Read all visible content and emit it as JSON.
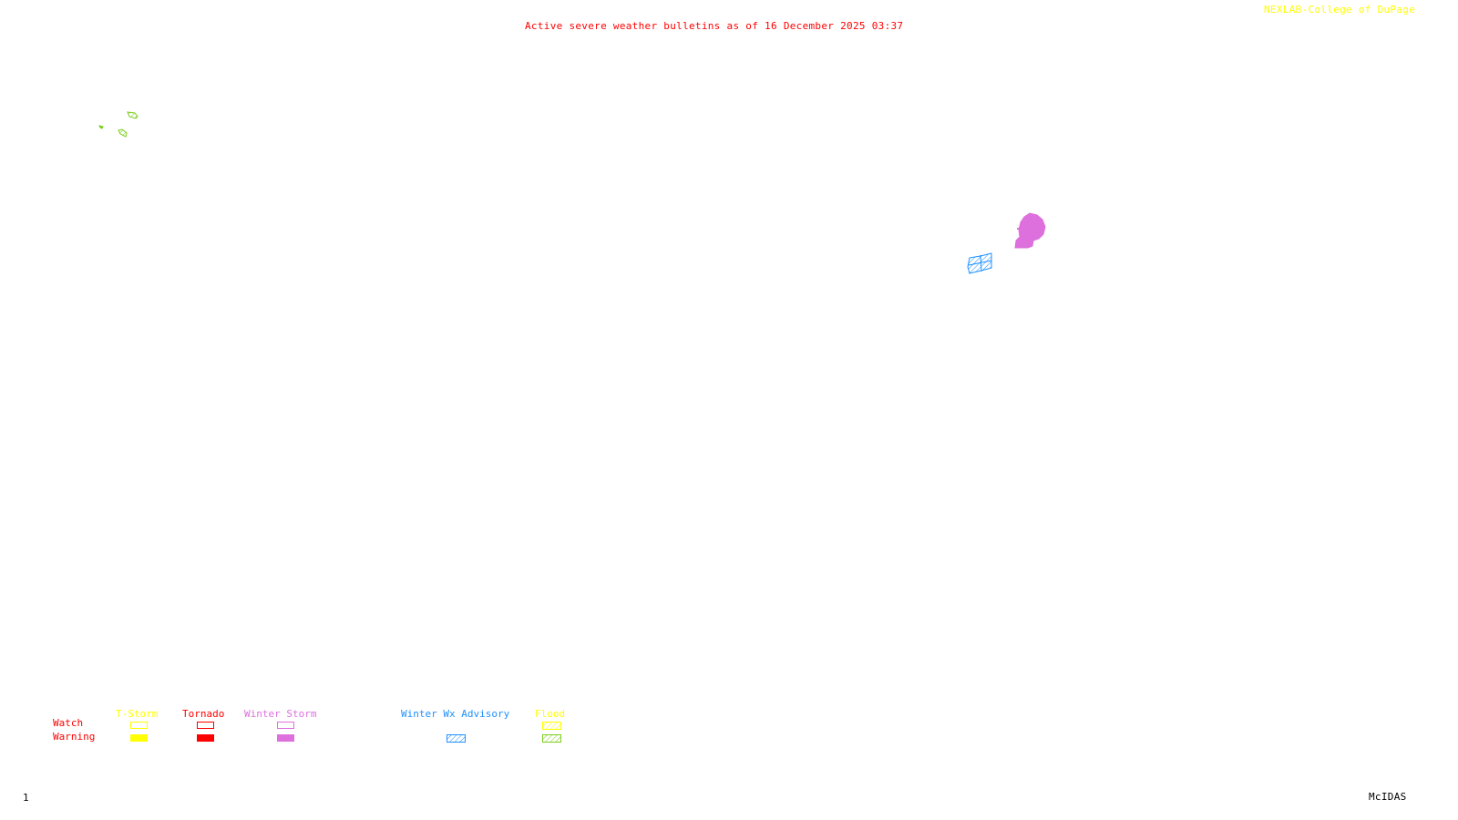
{
  "header": {
    "title": "Active severe weather bulletins as of 16 December 2025 03:37",
    "credit": "NEXLAB-College of DuPage"
  },
  "footer": {
    "frame_number": "1",
    "app_name": "McIDAS"
  },
  "legend": {
    "row_labels": {
      "watch": "Watch",
      "warning": "Warning"
    },
    "categories": [
      {
        "name": "T-Storm",
        "color": "#ffff00",
        "watch_style": "outline",
        "warning_style": "solid",
        "warning_color": "#ffff00"
      },
      {
        "name": "Tornado",
        "color": "#ff0000",
        "watch_style": "outline",
        "warning_style": "solid",
        "warning_color": "#ff0000"
      },
      {
        "name": "Winter Storm",
        "color": "#dd70dd",
        "watch_style": "outline",
        "warning_style": "solid",
        "warning_color": "#dd70dd"
      },
      {
        "name": "Winter Wx Advisory",
        "color": "#1e90ff",
        "watch_style": "none",
        "warning_style": "hatch",
        "warning_color": "#1e90ff"
      },
      {
        "name": "Flood",
        "color": "#ffff00",
        "watch_style": "hatch",
        "warning_style": "hatch",
        "warning_color": "#7ccd1e"
      }
    ]
  },
  "map_features": [
    {
      "type": "Flood Warning",
      "region": "northwest",
      "color": "#7ccd1e",
      "style": "hatch-outline",
      "count": 3
    },
    {
      "type": "Winter Storm Warning",
      "region": "east-central",
      "color": "#dd70dd",
      "style": "solid"
    },
    {
      "type": "Winter Wx Advisory",
      "region": "east-central",
      "color": "#1e90ff",
      "style": "hatch"
    }
  ],
  "colors": {
    "title": "#ff0000",
    "credit": "#ffff00",
    "background": "#ffffff",
    "watch_label": "#ff0000",
    "warning_label": "#ff0000"
  }
}
